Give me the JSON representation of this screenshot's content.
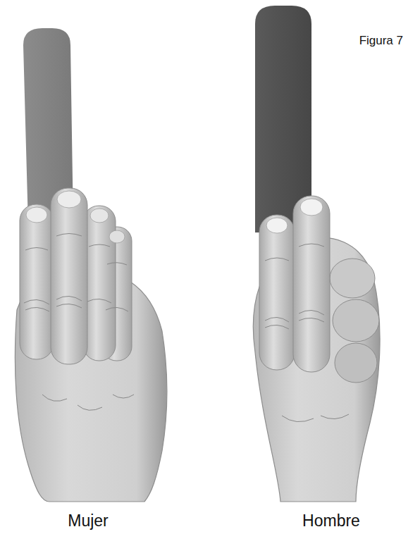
{
  "diagram": {
    "labels": [
      "Figura 7",
      "Mujer",
      "Hombre"
    ]
  }
}
